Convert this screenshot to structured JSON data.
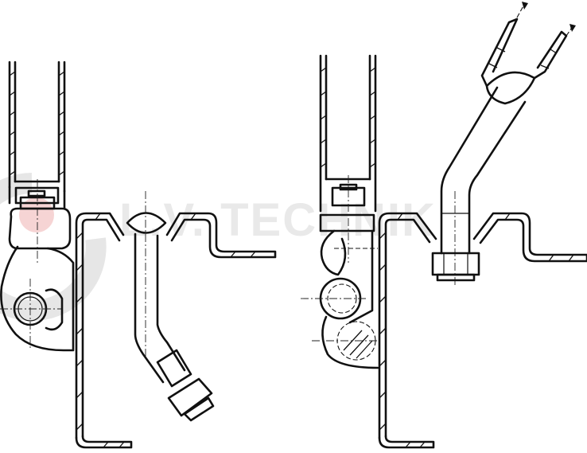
{
  "watermark": {
    "text": "L.V. TECHNIK",
    "text_color": "#e9e9e9",
    "logo_colors": [
      "#f4cccc",
      "#e6e6e6"
    ]
  },
  "figures": [
    {
      "id": "left",
      "description": "Frame profile with hook clamp disengaged; bolt with nut hanging below sheet-metal bracket"
    },
    {
      "id": "right",
      "description": "Frame profile with clamp engaged; bolt lifted through bracket with nut below, fork tool pulling upward (arrows)"
    }
  ],
  "colors": {
    "line": "#111111",
    "background": "#ffffff"
  }
}
